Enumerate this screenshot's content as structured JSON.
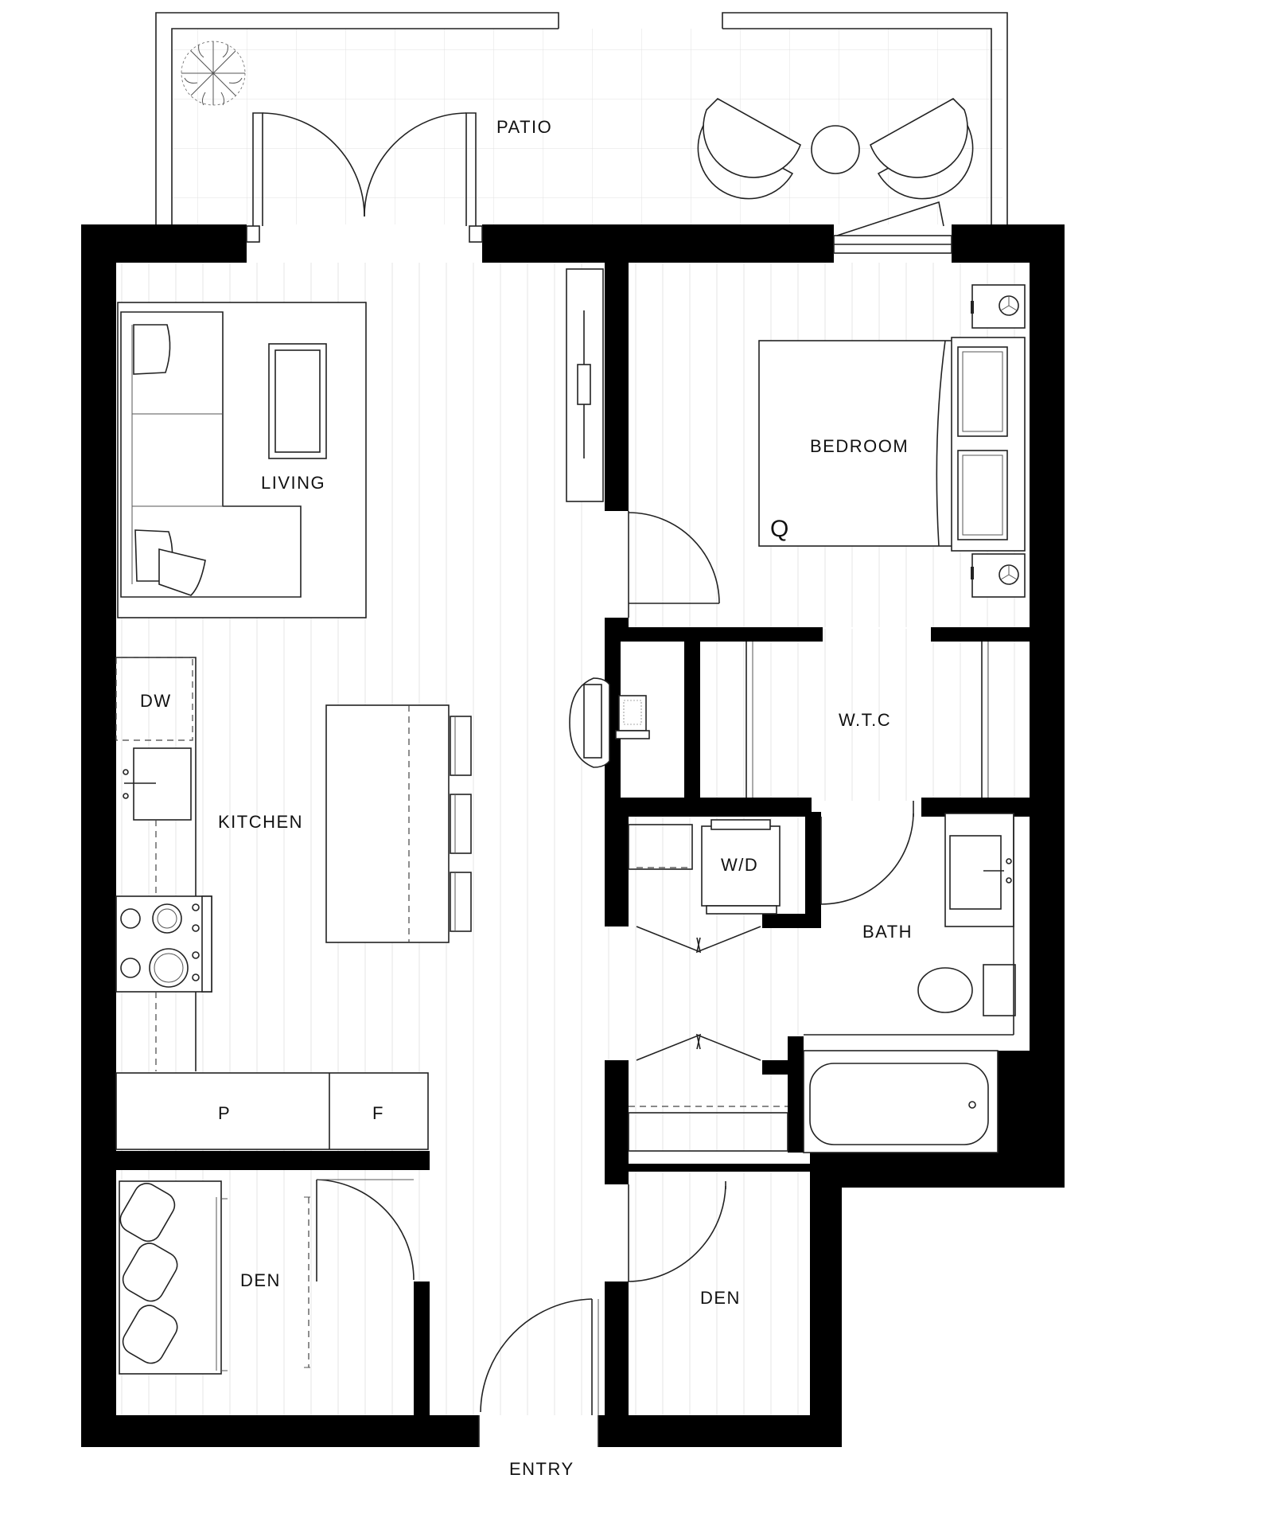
{
  "rooms": {
    "patio": "PATIO",
    "living": "LIVING",
    "bedroom": "BEDROOM",
    "bed_size": "Q",
    "dishwasher": "DW",
    "kitchen": "KITCHEN",
    "walk_through_closet": "W.T.C",
    "washer_dryer": "W/D",
    "bath": "BATH",
    "pantry": "P",
    "fridge": "F",
    "den_left": "DEN",
    "den_right": "DEN",
    "entry": "ENTRY"
  },
  "colors": {
    "wall": "#000000",
    "line": "#222222",
    "background": "#ffffff"
  }
}
